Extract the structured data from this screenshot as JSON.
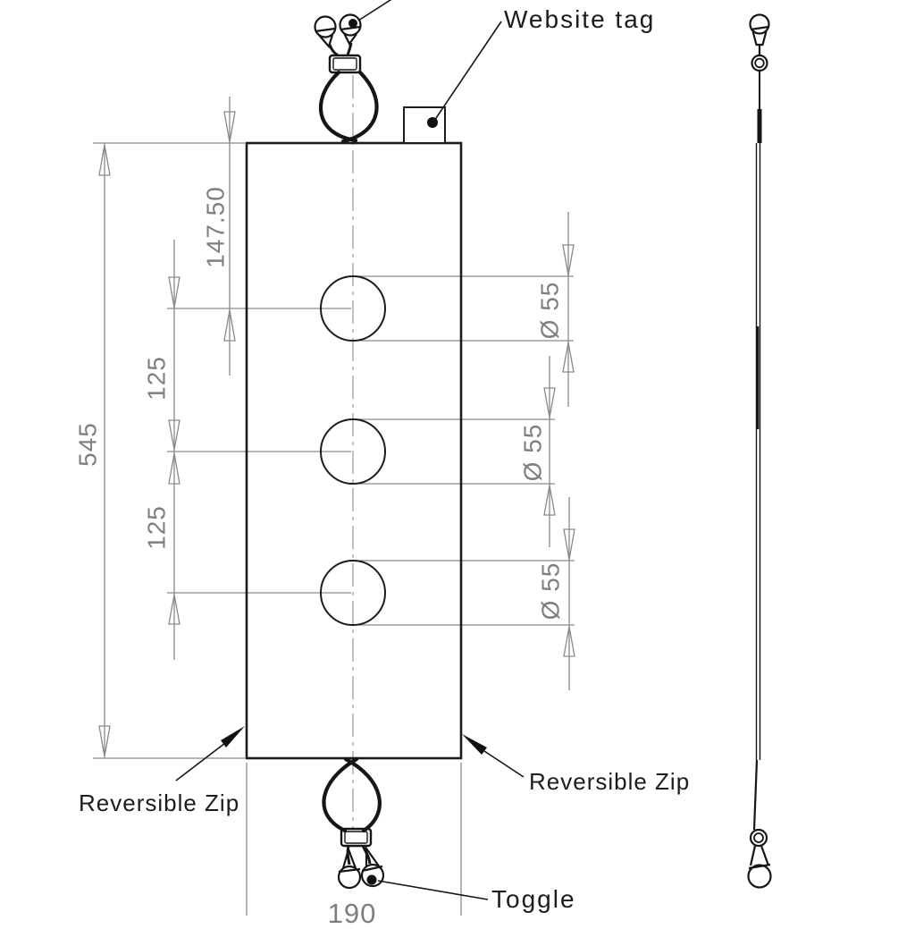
{
  "drawing": {
    "labels": {
      "website_tag": "Website tag",
      "reversible_zip_left": "Reversible Zip",
      "reversible_zip_right": "Reversible Zip",
      "toggle": "Toggle"
    },
    "dimensions": {
      "top_hole_offset": "147.50",
      "overall_height": "545",
      "hole_spacing_top": "125",
      "hole_spacing_bottom": "125",
      "hole_diameter_top": "Ø 55",
      "hole_diameter_middle": "Ø 55",
      "hole_diameter_bottom": "Ø 55",
      "overall_width": "190"
    },
    "colors": {
      "geometry_black": "#1c1c1c",
      "dimension_gray": "#8a8a8a",
      "dimension_text_gray": "#7f7f7f",
      "background": "#ffffff"
    }
  }
}
